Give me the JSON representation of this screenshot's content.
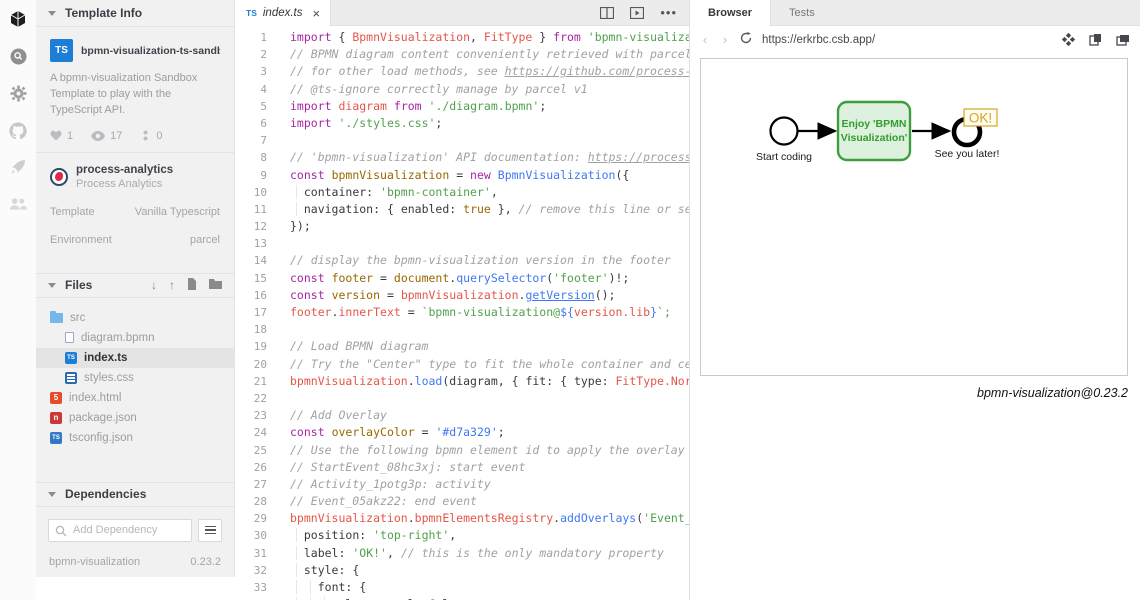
{
  "colors": {
    "accent_blue": "#1c7ed6",
    "overlay_orange": "#d7a329",
    "task_border_green": "#3d9e3d",
    "task_fill_green": "#def0de",
    "task_text_green": "#2f9e2f"
  },
  "activity_bar": {
    "icons": [
      "codesandbox-cube",
      "search",
      "settings-gear",
      "github",
      "deploy-rocket",
      "live-users"
    ]
  },
  "template_info": {
    "header": "Template Info",
    "badge": "TS",
    "title": "bpmn-visualization-ts-sandbox",
    "description": "A bpmn-visualization Sandbox Template to play with the TypeScript API.",
    "stats": {
      "likes": "1",
      "views": "17",
      "forks": "0"
    },
    "author": {
      "username": "process-analytics",
      "display_name": "Process Analytics"
    },
    "meta": [
      {
        "label": "Template",
        "value": "Vanilla Typescript"
      },
      {
        "label": "Environment",
        "value": "parcel"
      }
    ]
  },
  "files": {
    "header": "Files",
    "items": [
      {
        "label": "src"
      },
      {
        "label": "diagram.bpmn"
      },
      {
        "label": "index.ts"
      },
      {
        "label": "styles.css"
      },
      {
        "label": "index.html"
      },
      {
        "label": "package.json"
      },
      {
        "label": "tsconfig.json"
      }
    ]
  },
  "dependencies": {
    "header": "Dependencies",
    "placeholder": "Add Dependency",
    "items": [
      {
        "name": "bpmn-visualization",
        "version": "0.23.2"
      }
    ]
  },
  "editor": {
    "tab": {
      "badge": "TS",
      "label": "index.ts",
      "close": "×"
    },
    "code": {
      "lines": [
        [
          [
            "import",
            "k"
          ],
          [
            " { ",
            "p"
          ],
          [
            "BpmnVisualization",
            "r"
          ],
          [
            ", ",
            "p"
          ],
          [
            "FitType",
            "r"
          ],
          [
            " } ",
            "p"
          ],
          [
            "from",
            "k"
          ],
          [
            " ",
            "p"
          ],
          [
            "'bpmn-visualization'",
            "s"
          ],
          [
            ";",
            "p"
          ]
        ],
        [
          [
            "// BPMN diagram content conveniently retrieved with parcel",
            "c"
          ]
        ],
        [
          [
            "// for other load methods, see ",
            "c"
          ],
          [
            "https://github.com/process-",
            "cu"
          ]
        ],
        [
          [
            "// @ts-ignore correctly manage by parcel v1",
            "c"
          ]
        ],
        [
          [
            "import",
            "k"
          ],
          [
            " ",
            "p"
          ],
          [
            "diagram",
            "r"
          ],
          [
            " ",
            "p"
          ],
          [
            "from",
            "k"
          ],
          [
            " ",
            "p"
          ],
          [
            "'./diagram.bpmn'",
            "s"
          ],
          [
            ";",
            "p"
          ]
        ],
        [
          [
            "import",
            "k"
          ],
          [
            " ",
            "p"
          ],
          [
            "'./styles.css'",
            "s"
          ],
          [
            ";",
            "p"
          ]
        ],
        [],
        [
          [
            "// 'bpmn-visualization' API documentation: ",
            "c"
          ],
          [
            "https://process",
            "cu"
          ]
        ],
        [
          [
            "const",
            "k"
          ],
          [
            " ",
            "p"
          ],
          [
            "bpmnVisualization",
            "o"
          ],
          [
            " = ",
            "p"
          ],
          [
            "new",
            "k"
          ],
          [
            " ",
            "p"
          ],
          [
            "BpmnVisualization",
            "b"
          ],
          [
            "({",
            "p"
          ]
        ],
        [
          [
            "  ",
            "i"
          ],
          [
            "container",
            "p"
          ],
          [
            ": ",
            "p"
          ],
          [
            "'bpmn-container'",
            "s"
          ],
          [
            ",",
            "p"
          ]
        ],
        [
          [
            "  ",
            "i"
          ],
          [
            "navigation",
            "p"
          ],
          [
            ": { ",
            "p"
          ],
          [
            "enabled",
            "p"
          ],
          [
            ": ",
            "p"
          ],
          [
            "true",
            "o"
          ],
          [
            " }, ",
            "p"
          ],
          [
            "// remove this line or se",
            "c"
          ]
        ],
        [
          [
            "});",
            "p"
          ]
        ],
        [],
        [
          [
            "// display the bpmn-visualization version in the footer",
            "c"
          ]
        ],
        [
          [
            "const",
            "k"
          ],
          [
            " ",
            "p"
          ],
          [
            "footer",
            "o"
          ],
          [
            " = ",
            "p"
          ],
          [
            "document",
            "o"
          ],
          [
            ".",
            "p"
          ],
          [
            "querySelector",
            "b"
          ],
          [
            "(",
            "p"
          ],
          [
            "'footer'",
            "s"
          ],
          [
            ")!;",
            "p"
          ]
        ],
        [
          [
            "const",
            "k"
          ],
          [
            " ",
            "p"
          ],
          [
            "version",
            "o"
          ],
          [
            " = ",
            "p"
          ],
          [
            "bpmnVisualization",
            "r"
          ],
          [
            ".",
            "p"
          ],
          [
            "getVersion",
            "bu"
          ],
          [
            "();",
            "p"
          ]
        ],
        [
          [
            "footer",
            "r"
          ],
          [
            ".",
            "p"
          ],
          [
            "innerText",
            "r"
          ],
          [
            " = ",
            "p"
          ],
          [
            "`bpmn-visualization@",
            "s"
          ],
          [
            "${",
            "b"
          ],
          [
            "version.lib",
            "r"
          ],
          [
            "}",
            "b"
          ],
          [
            "`;",
            "s"
          ]
        ],
        [],
        [
          [
            "// Load BPMN diagram",
            "c"
          ]
        ],
        [
          [
            "// Try the \"Center\" type to fit the whole container and ce",
            "c"
          ]
        ],
        [
          [
            "bpmnVisualization",
            "r"
          ],
          [
            ".",
            "p"
          ],
          [
            "load",
            "b"
          ],
          [
            "(",
            "p"
          ],
          [
            "diagram",
            "p"
          ],
          [
            ", { ",
            "p"
          ],
          [
            "fit",
            "p"
          ],
          [
            ": { ",
            "p"
          ],
          [
            "type",
            "p"
          ],
          [
            ": ",
            "p"
          ],
          [
            "FitType.Nor",
            "r"
          ]
        ],
        [],
        [
          [
            "// Add Overlay",
            "c"
          ]
        ],
        [
          [
            "const",
            "k"
          ],
          [
            " ",
            "p"
          ],
          [
            "overlayColor",
            "o"
          ],
          [
            " = ",
            "p"
          ],
          [
            "'#d7a329'",
            "b"
          ],
          [
            ";",
            "p"
          ]
        ],
        [
          [
            "// Use the following bpmn element id to apply the overlay",
            "c"
          ]
        ],
        [
          [
            "// StartEvent_08hc3xj: start event",
            "c"
          ]
        ],
        [
          [
            "// Activity_1potg3p: activity",
            "c"
          ]
        ],
        [
          [
            "// Event_05akz22: end event",
            "c"
          ]
        ],
        [
          [
            "bpmnVisualization",
            "r"
          ],
          [
            ".",
            "p"
          ],
          [
            "bpmnElementsRegistry",
            "r"
          ],
          [
            ".",
            "p"
          ],
          [
            "addOverlays",
            "b"
          ],
          [
            "(",
            "p"
          ],
          [
            "'Event_",
            "s"
          ]
        ],
        [
          [
            "  ",
            "i"
          ],
          [
            "position",
            "p"
          ],
          [
            ": ",
            "p"
          ],
          [
            "'top-right'",
            "s"
          ],
          [
            ",",
            "p"
          ]
        ],
        [
          [
            "  ",
            "i"
          ],
          [
            "label",
            "p"
          ],
          [
            ": ",
            "p"
          ],
          [
            "'OK!'",
            "s"
          ],
          [
            ", ",
            "p"
          ],
          [
            "// this is the only mandatory property",
            "c"
          ]
        ],
        [
          [
            "  ",
            "i"
          ],
          [
            "style",
            "p"
          ],
          [
            ": {",
            "p"
          ]
        ],
        [
          [
            "  ",
            "i"
          ],
          [
            "  ",
            "i"
          ],
          [
            "font",
            "p"
          ],
          [
            ": {",
            "p"
          ]
        ],
        [
          [
            "  ",
            "i"
          ],
          [
            "  ",
            "i"
          ],
          [
            "  ",
            "i"
          ],
          [
            "color",
            "p"
          ],
          [
            ": ",
            "p"
          ],
          [
            "overlayColor",
            "p"
          ],
          [
            ",",
            "p"
          ]
        ]
      ]
    }
  },
  "browser": {
    "tabs": [
      {
        "label": "Browser"
      },
      {
        "label": "Tests"
      }
    ],
    "url": "https://erkrbc.csb.app/",
    "footer": "bpmn-visualization@0.23.2",
    "diagram": {
      "start_label": "Start coding",
      "task_label_1": "Enjoy 'BPMN",
      "task_label_2": "Visualization'",
      "end_label": "See you later!",
      "overlay_label": "OK!"
    }
  }
}
